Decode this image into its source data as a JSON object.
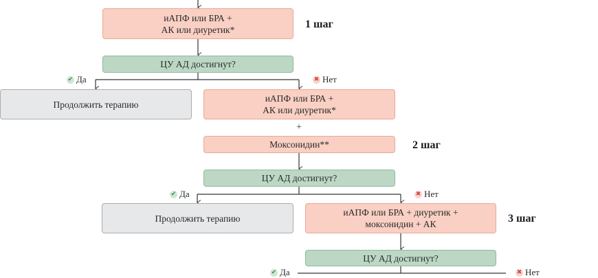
{
  "steps": {
    "step1": {
      "therapy_line1": "иАПФ или БРА +",
      "therapy_line2": "АК или диуретик*",
      "label": "1 шаг",
      "check": "ЦУ АД достигнут?",
      "yes": "Да",
      "no": "Нет",
      "continue": "Продолжить терапию"
    },
    "step2": {
      "therapy_line1": "иАПФ или БРА +",
      "therapy_line2": "АК или диуретик*",
      "plus": "+",
      "addon": "Моксонидин**",
      "label": "2 шаг",
      "check": "ЦУ АД достигнут?",
      "yes": "Да",
      "no": "Нет",
      "continue": "Продолжить терапию"
    },
    "step3": {
      "therapy_line1": "иАПФ или БРА + диуретик +",
      "therapy_line2": "моксонидин + АК",
      "label": "3 шаг",
      "check": "ЦУ АД достигнут?",
      "yes": "Да",
      "no": "Нет"
    }
  },
  "icons": {
    "yes": "✔",
    "no": "✖"
  },
  "colors": {
    "therapy": "#f9d0c3",
    "check": "#bcd8c5",
    "continue": "#e7e8ea"
  }
}
